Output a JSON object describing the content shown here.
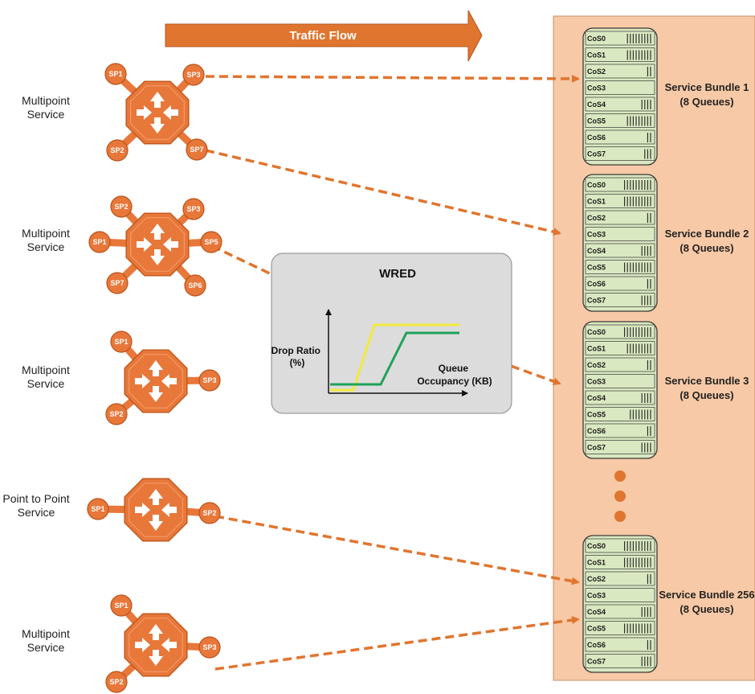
{
  "traffic_flow_label": "Traffic Flow",
  "colors": {
    "accent_orange": "#e0752f",
    "router_orange": "#e8773a",
    "panel_peach": "#f8c9a6",
    "queue_green": "#d9e8c0",
    "wred_gray": "#dcdcdc",
    "curve_yellow": "#f2ea3a",
    "curve_green": "#1fa25a"
  },
  "services": [
    {
      "label_lines": [
        "Multipoint",
        "Service"
      ],
      "ports": [
        "SP1",
        "SP3",
        "SP2",
        "SP7"
      ],
      "icon": "router-icon"
    },
    {
      "label_lines": [
        "Multipoint",
        "Service"
      ],
      "ports": [
        "SP2",
        "SP3",
        "SP1",
        "SP5",
        "SP7",
        "SP6"
      ],
      "icon": "router-icon"
    },
    {
      "label_lines": [
        "Multipoint",
        "Service"
      ],
      "ports": [
        "SP1",
        "SP3",
        "SP2"
      ],
      "icon": "router-icon"
    },
    {
      "label_lines": [
        "Point to Point",
        "Service"
      ],
      "ports": [
        "SP1",
        "SP2"
      ],
      "icon": "router-icon"
    },
    {
      "label_lines": [
        "Multipoint",
        "Service"
      ],
      "ports": [
        "SP1",
        "SP3",
        "SP2"
      ],
      "icon": "router-icon"
    }
  ],
  "bundles": [
    {
      "name": "Service Bundle 1",
      "sub": "(8 Queues)",
      "queues": [
        {
          "label": "CoS0",
          "bars": 9
        },
        {
          "label": "CoS1",
          "bars": 9
        },
        {
          "label": "CoS2",
          "bars": 2
        },
        {
          "label": "CoS3",
          "bars": 0
        },
        {
          "label": "CoS4",
          "bars": 4
        },
        {
          "label": "CoS5",
          "bars": 9
        },
        {
          "label": "CoS6",
          "bars": 2
        },
        {
          "label": "CoS7",
          "bars": 3
        }
      ]
    },
    {
      "name": "Service Bundle 2",
      "sub": "(8 Queues)",
      "queues": [
        {
          "label": "CoS0",
          "bars": 10
        },
        {
          "label": "CoS1",
          "bars": 10
        },
        {
          "label": "CoS2",
          "bars": 2
        },
        {
          "label": "CoS3",
          "bars": 0
        },
        {
          "label": "CoS4",
          "bars": 4
        },
        {
          "label": "CoS5",
          "bars": 10
        },
        {
          "label": "CoS6",
          "bars": 2
        },
        {
          "label": "CoS7",
          "bars": 4
        }
      ]
    },
    {
      "name": "Service Bundle 3",
      "sub": "(8 Queues)",
      "queues": [
        {
          "label": "CoS0",
          "bars": 10
        },
        {
          "label": "CoS1",
          "bars": 9
        },
        {
          "label": "CoS2",
          "bars": 2
        },
        {
          "label": "CoS3",
          "bars": 0
        },
        {
          "label": "CoS4",
          "bars": 4
        },
        {
          "label": "CoS5",
          "bars": 8
        },
        {
          "label": "CoS6",
          "bars": 2
        },
        {
          "label": "CoS7",
          "bars": 4
        }
      ]
    },
    {
      "name": "Service Bundle 256",
      "sub": "(8 Queues)",
      "queues": [
        {
          "label": "CoS0",
          "bars": 10
        },
        {
          "label": "CoS1",
          "bars": 10
        },
        {
          "label": "CoS2",
          "bars": 2
        },
        {
          "label": "CoS3",
          "bars": 0
        },
        {
          "label": "CoS4",
          "bars": 4
        },
        {
          "label": "CoS5",
          "bars": 10
        },
        {
          "label": "CoS6",
          "bars": 2
        },
        {
          "label": "CoS7",
          "bars": 4
        }
      ]
    }
  ],
  "wred": {
    "title": "WRED",
    "ylabel_lines": [
      "Drop Ratio",
      "(%)"
    ],
    "xlabel_lines": [
      "Queue",
      "Occupancy (KB)"
    ]
  }
}
